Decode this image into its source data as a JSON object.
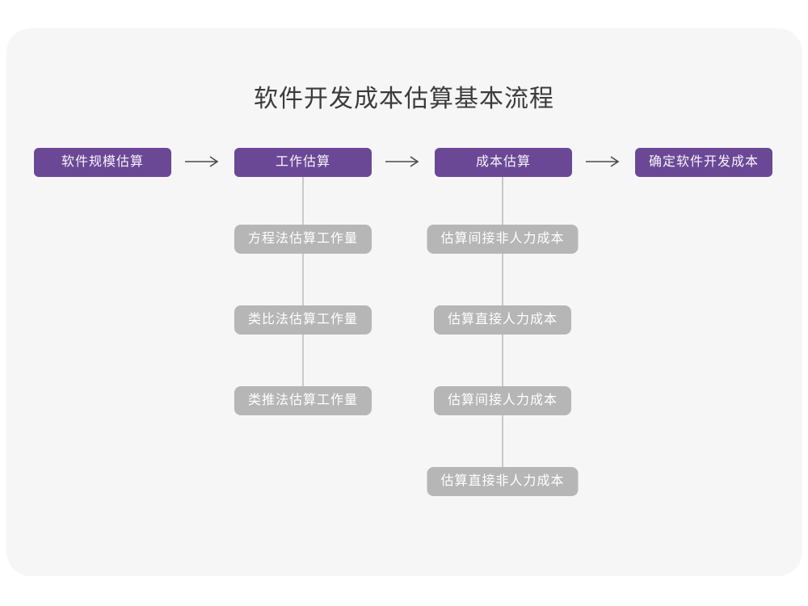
{
  "title": "软件开发成本估算基本流程",
  "colors": {
    "card_background": "#f6f6f7",
    "page_background": "#ffffff",
    "primary_node": "#6b4896",
    "secondary_node": "#b6b6b6",
    "connector_line": "#c9c9c9",
    "arrow": "#4a4a4a",
    "title_text": "#3b3b3b",
    "node_text": "#ffffff"
  },
  "flow": {
    "steps": [
      {
        "label": "软件规模估算"
      },
      {
        "label": "工作估算",
        "children": [
          "方程法估算工作量",
          "类比法估算工作量",
          "类推法估算工作量"
        ]
      },
      {
        "label": "成本估算",
        "children": [
          "估算间接非人力成本",
          "估算直接人力成本",
          "估算间接人力成本",
          "估算直接非人力成本"
        ]
      },
      {
        "label": "确定软件开发成本"
      }
    ]
  }
}
